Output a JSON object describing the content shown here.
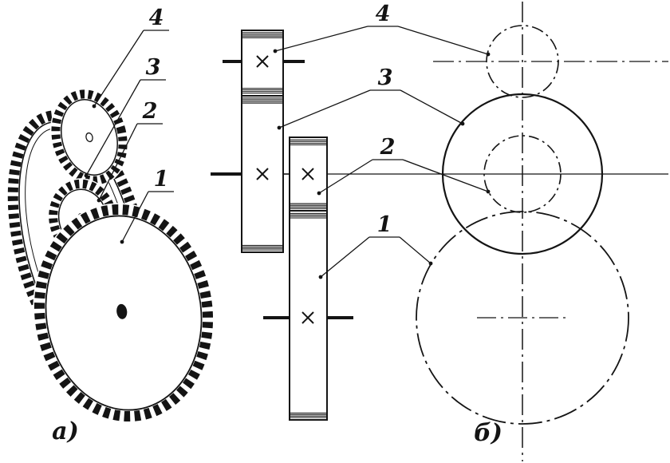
{
  "pictorial": {
    "caption": "а)",
    "labels": [
      "4",
      "3",
      "2",
      "1"
    ]
  },
  "drawing": {
    "caption": "б)",
    "labels": [
      "4",
      "3",
      "2",
      "1"
    ]
  },
  "colors": {
    "ink": "#141414",
    "paper": "#ffffff"
  }
}
